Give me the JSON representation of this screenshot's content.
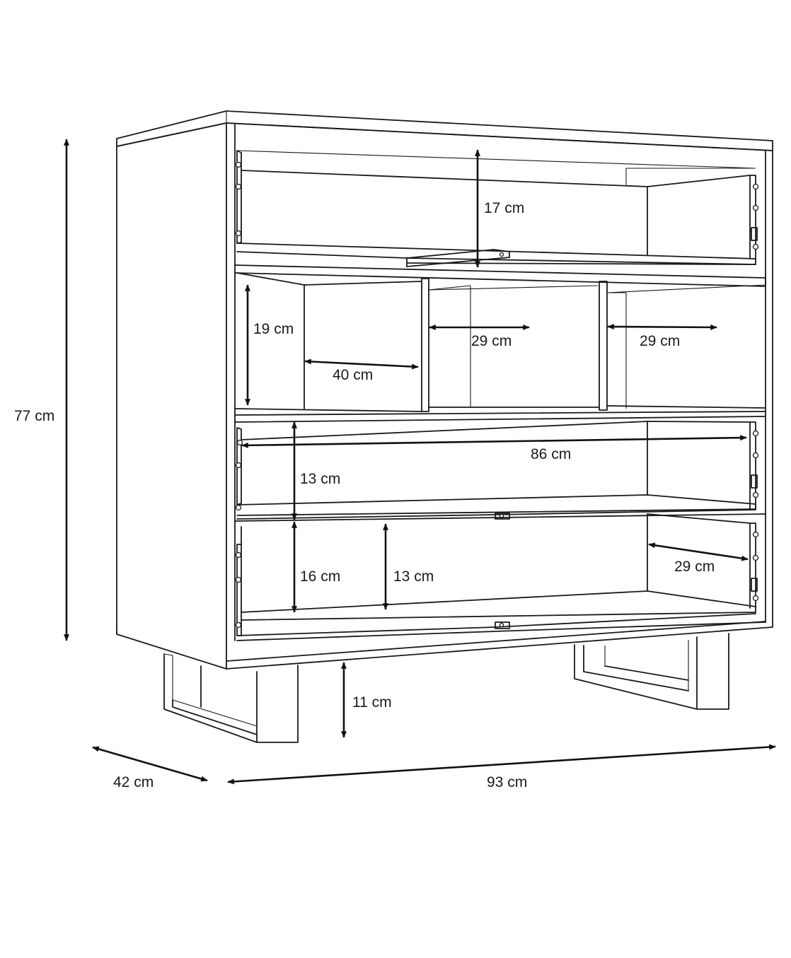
{
  "diagram": {
    "dimensions": {
      "height_total": "77 cm",
      "depth": "42 cm",
      "width": "93 cm",
      "leg_height": "11 cm",
      "top_drawer_height": "17 cm",
      "shelf_height": "19 cm",
      "left_compartment_width": "40 cm",
      "middle_compartment_width": "29 cm",
      "right_compartment_width": "29 cm",
      "drawer_inner_width": "86 cm",
      "middle_drawer_height": "13 cm",
      "bottom_drawer_front_height": "16 cm",
      "bottom_drawer_inner_height": "13 cm",
      "drawer_depth": "29 cm"
    }
  }
}
